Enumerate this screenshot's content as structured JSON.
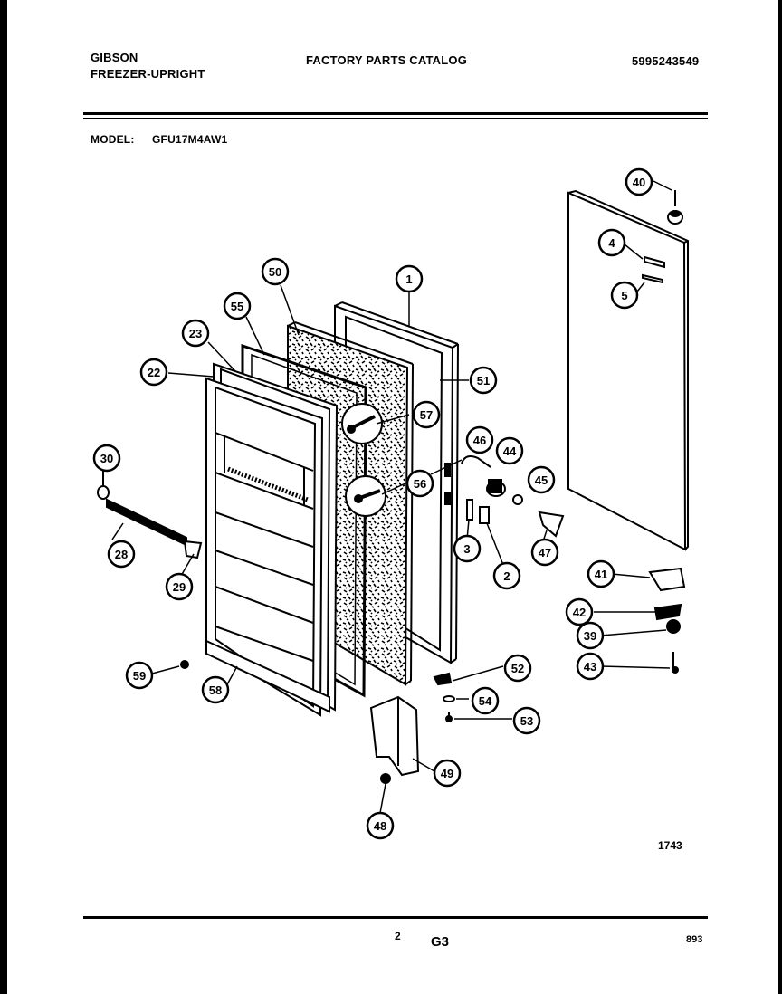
{
  "header": {
    "brand": "GIBSON",
    "product": "FREEZER-UPRIGHT",
    "catalog_title": "FACTORY PARTS CATALOG",
    "catalog_number": "5995243549",
    "model_label": "MODEL:",
    "model_value": "GFU17M4AW1"
  },
  "callouts": [
    "40",
    "4",
    "5",
    "1",
    "50",
    "55",
    "23",
    "22",
    "51",
    "57",
    "46",
    "44",
    "45",
    "30",
    "56",
    "3",
    "2",
    "47",
    "28",
    "29",
    "41",
    "42",
    "39",
    "43",
    "52",
    "59",
    "58",
    "54",
    "53",
    "49",
    "48"
  ],
  "footer": {
    "figure_number": "1743",
    "page_number": "2",
    "section_code": "G3",
    "date_code": "893"
  }
}
